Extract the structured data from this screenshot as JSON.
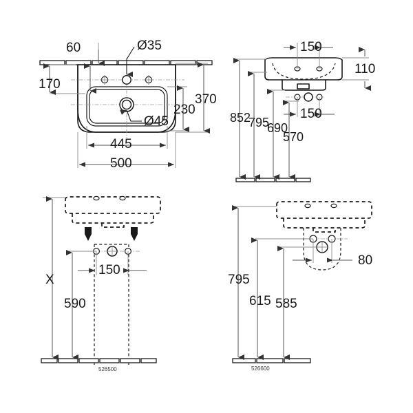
{
  "drawing": {
    "title": "Washbasin technical dimension drawing",
    "units": "mm",
    "line_color": "#1a1a1a",
    "dim_color": "#555555",
    "ext_color": "#8c8c8c",
    "background": "#ffffff"
  },
  "views": {
    "top_left": {
      "name": "plan-view",
      "dimensions": {
        "d60": "60",
        "d170": "170",
        "dia35": "Ø35",
        "dia45": "Ø45",
        "d370": "370",
        "d230": "230",
        "d445": "445",
        "d500": "500"
      }
    },
    "top_right": {
      "name": "front-elevation-view",
      "dimensions": {
        "d150_top": "150",
        "d110": "110",
        "d150_lower": "150",
        "d852": "852",
        "d795": "795",
        "d690": "690",
        "d570": "570"
      }
    },
    "bottom_left": {
      "name": "pedestal-front-view",
      "part_number": "526500",
      "dimensions": {
        "dX": "X",
        "d590": "590",
        "d150": "150"
      }
    },
    "bottom_right": {
      "name": "trap-side-view",
      "part_number": "526600",
      "dimensions": {
        "d795": "795",
        "d615": "615",
        "d585": "585",
        "d80": "80"
      }
    }
  }
}
